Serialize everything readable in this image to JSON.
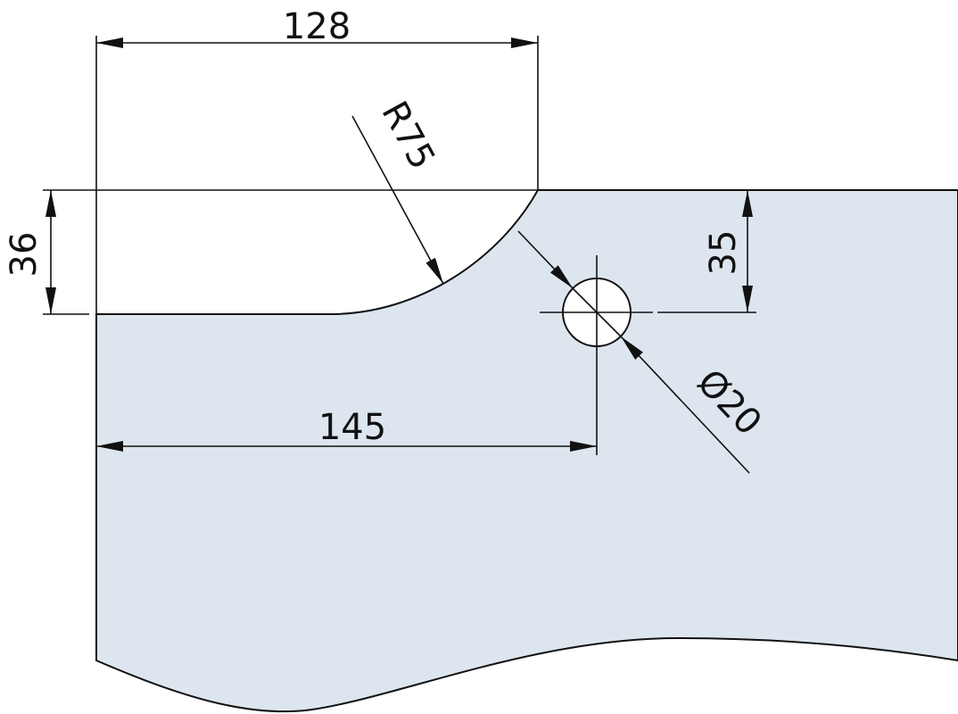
{
  "colors": {
    "part_fill": "#dde6ef",
    "line": "#111111"
  },
  "dimensions": {
    "width_top": "128",
    "cutout_depth": "36",
    "radius": "R75",
    "hole_offset_top": "35",
    "hole_offset_left": "145",
    "hole_diameter": "Ø20"
  }
}
